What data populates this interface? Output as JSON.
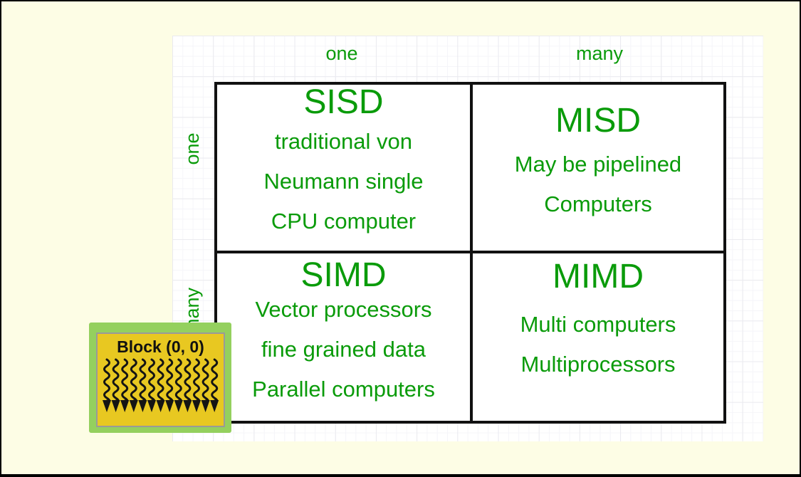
{
  "theme": {
    "page_bg": "#fdfde5",
    "frame_border": "#000000",
    "canvas_bg": "#ffffff",
    "grid_minor": "#f5f5f9",
    "grid_major": "#eaeaef",
    "table_border": "#111111",
    "cell_bg": "#ffffff",
    "green_text": "#0a9b0a",
    "block_fill": "#e8c821",
    "block_border": "#9a9a98",
    "block_selection": "#94d05e",
    "block_text": "#111111"
  },
  "matrix": {
    "column_headers": [
      "one",
      "many"
    ],
    "row_headers": [
      "one",
      "many"
    ],
    "cells": [
      {
        "title": "SISD",
        "lines": [
          "traditional von",
          "Neumann single",
          "CPU computer"
        ]
      },
      {
        "title": "MISD",
        "lines": [
          "May be pipelined",
          "Computers"
        ]
      },
      {
        "title": "SIMD",
        "lines": [
          "Vector processors",
          "fine grained data",
          "Parallel computers"
        ]
      },
      {
        "title": "MIMD",
        "lines": [
          "Multi computers",
          "Multiprocessors"
        ]
      }
    ]
  },
  "block": {
    "label": "Block (0, 0)"
  }
}
